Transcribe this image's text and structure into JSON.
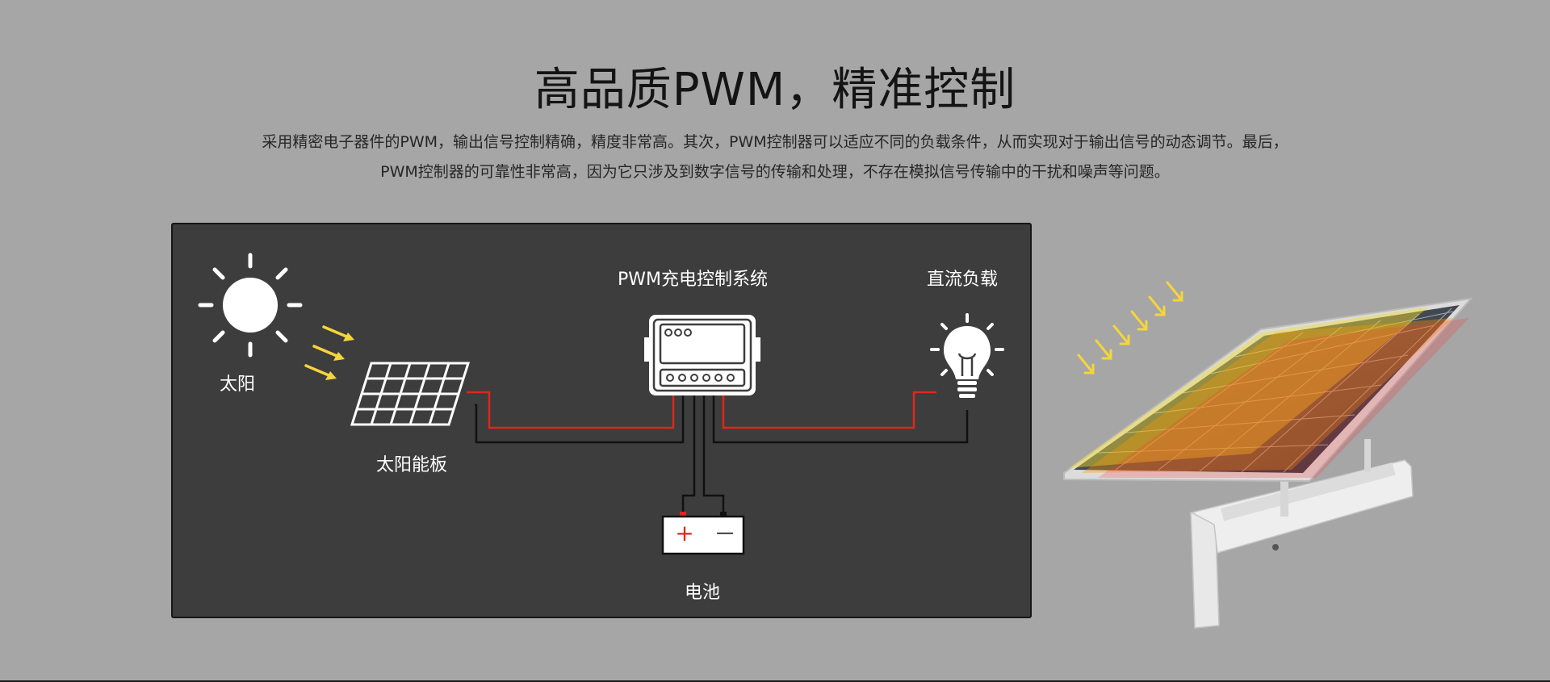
{
  "header": {
    "title": "高品质PWM，精准控制",
    "description_line1": "采用精密电子器件的PWM，输出信号控制精确，精度非常高。其次，PWM控制器可以适应不同的负载条件，从而实现对于输出信号的动态调节。最后，",
    "description_line2": "PWM控制器的可靠性非常高，因为它只涉及到数字信号的传输和处理，不存在模拟信号传输中的干扰和噪声等问题。"
  },
  "diagram": {
    "sun_label": "太阳",
    "panel_label": "太阳能板",
    "controller_label": "PWM充电控制系统",
    "load_label": "直流负载",
    "battery_label": "电池",
    "battery_plus": "+",
    "battery_minus": "—"
  },
  "colors": {
    "background": "#a6a6a6",
    "panel": "#3d3d3d",
    "positive_wire": "#e0261c",
    "negative_wire": "#111111",
    "sun_rays": "#f5d53a",
    "icon_white": "#ffffff"
  },
  "icons": [
    "sun-icon",
    "sun-rays-icon",
    "solar-panel-icon",
    "controller-icon",
    "light-bulb-icon",
    "battery-icon",
    "solar-light-product-image"
  ]
}
